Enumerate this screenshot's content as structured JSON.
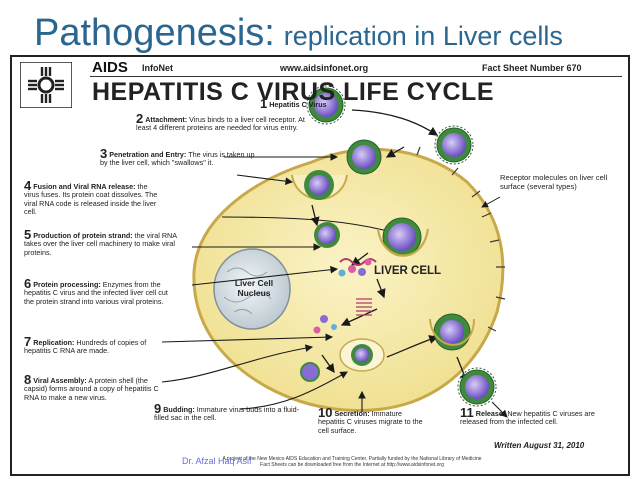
{
  "slide": {
    "title_main": "Pathogenesis:",
    "title_sub": "replication in Liver cells",
    "watermark": "Dr. Afzal Haq Asif"
  },
  "sheet": {
    "org": "AIDS",
    "org_sub": "InfoNet",
    "url": "www.aidsinfonet.org",
    "fact_sheet": "Fact Sheet Number 670",
    "title": "HEPATITIS C VIRUS LIFE CYCLE",
    "cell_label": "LIVER CELL",
    "nucleus_label_1": "Liver Cell",
    "nucleus_label_2": "Nucleus",
    "receptor_note": "Receptor molecules on liver cell surface (several types)",
    "written": "Written August 31, 2010",
    "footer_1": "A project of the New Mexico AIDS Education and Training Center. Partially funded by the National Library of Medicine",
    "footer_2": "Fact Sheets can be downloaded free from the Internet at http://www.aidsinfonet.org"
  },
  "steps": [
    {
      "num": "1",
      "label": "Hepatitis C Virus",
      "text": ""
    },
    {
      "num": "2",
      "label": "Attachment:",
      "text": "Virus binds to a liver cell receptor. At least 4 different proteins are needed for virus entry."
    },
    {
      "num": "3",
      "label": "Penetration and Entry:",
      "text": "The virus is taken up by the liver cell, which \"swallows\" it."
    },
    {
      "num": "4",
      "label": "Fusion and Viral RNA release:",
      "text": "the virus fuses. Its protein coat dissolves. The viral RNA code is released inside the liver cell."
    },
    {
      "num": "5",
      "label": "Production of protein strand:",
      "text": "the viral RNA takes over the liver cell machinery to make viral proteins."
    },
    {
      "num": "6",
      "label": "Protein processing:",
      "text": "Enzymes from the hepatitis C virus and the infected liver cell cut the protein strand into various viral proteins."
    },
    {
      "num": "7",
      "label": "Replication:",
      "text": "Hundreds of copies of hepatitis C RNA are made."
    },
    {
      "num": "8",
      "label": "Viral Assembly:",
      "text": "A protein shell (the capsid) forms around a copy of hepatitis C RNA to make a new virus."
    },
    {
      "num": "9",
      "label": "Budding:",
      "text": "Immature virus buds into a fluid-filled sac in the cell."
    },
    {
      "num": "10",
      "label": "Secretion:",
      "text": "Immature hepatitis C viruses migrate to the cell surface."
    },
    {
      "num": "11",
      "label": "Release:",
      "text": "New hepatitis C viruses are released from the infected cell."
    }
  ],
  "colors": {
    "title": "#2a6690",
    "cell_fill": "#f4e9a8",
    "cell_outline": "#c8a94a",
    "virus_core": "#8a6bd6",
    "virus_ring": "#3f8a3f",
    "arrow": "#1a1a1a"
  },
  "icons": {
    "logo": "zia-sun-logo"
  }
}
